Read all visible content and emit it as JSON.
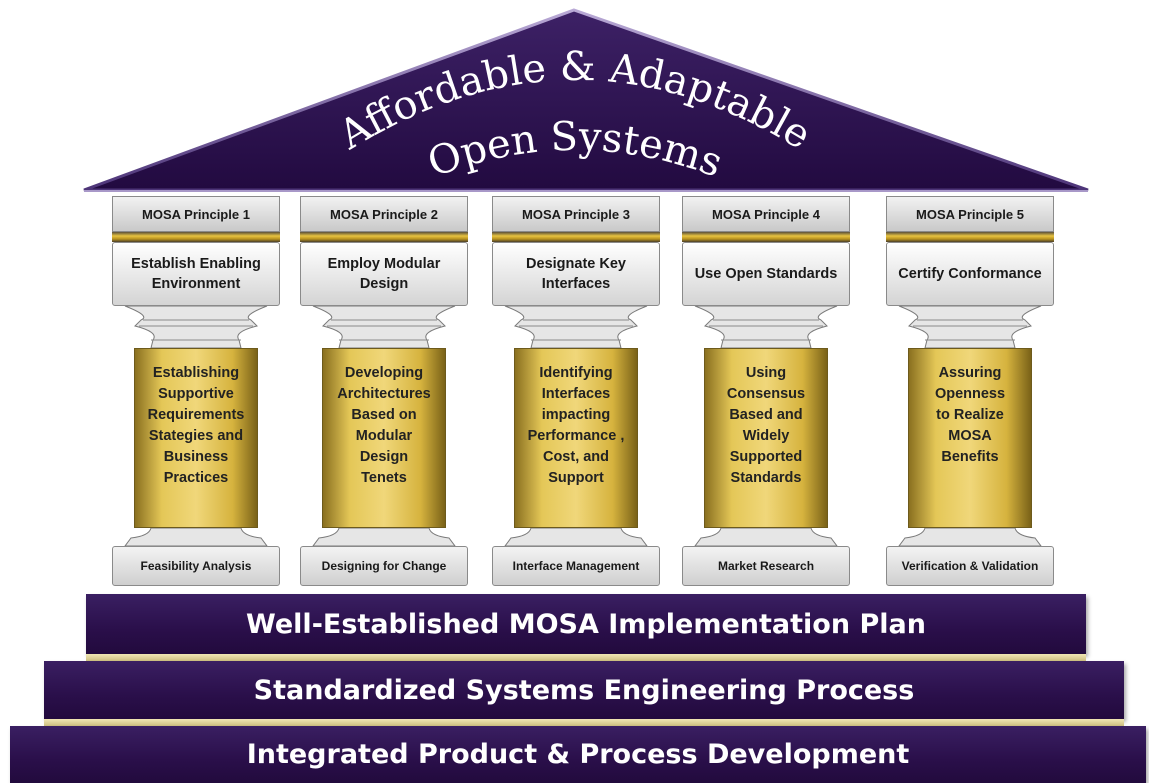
{
  "roof": {
    "title_line1": "Affordable & Adaptable",
    "title_line2": "Open Systems"
  },
  "pillars": [
    {
      "principle": "MOSA Principle 1",
      "capital": "Establish Enabling Environment",
      "shaft": "Establishing\nSupportive\nRequirements\nStategies and\nBusiness\nPractices",
      "base": "Feasibility Analysis"
    },
    {
      "principle": "MOSA Principle 2",
      "capital": "Employ Modular Design",
      "shaft": "Developing\nArchitectures\nBased on\nModular\nDesign\nTenets",
      "base": "Designing for Change"
    },
    {
      "principle": "MOSA Principle 3",
      "capital": "Designate Key Interfaces",
      "shaft": "Identifying\nInterfaces\nimpacting\nPerformance ,\nCost, and\nSupport",
      "base": "Interface Management"
    },
    {
      "principle": "MOSA Principle 4",
      "capital": "Use Open Standards",
      "shaft": "Using\nConsensus\nBased and\nWidely\nSupported\nStandards",
      "base": "Market Research"
    },
    {
      "principle": "MOSA Principle 5",
      "capital": "Certify Conformance",
      "shaft": "Assuring\nOpenness\nto Realize\nMOSA\nBenefits",
      "base": "Verification & Validation"
    }
  ],
  "steps": [
    "Well-Established MOSA Implementation Plan",
    "Standardized Systems Engineering Process",
    "Integrated Product & Process Development"
  ],
  "colors": {
    "roof_purple": "#2b1050",
    "shaft_gold": "#e4c757",
    "step_purple": "#2a0f4a"
  }
}
